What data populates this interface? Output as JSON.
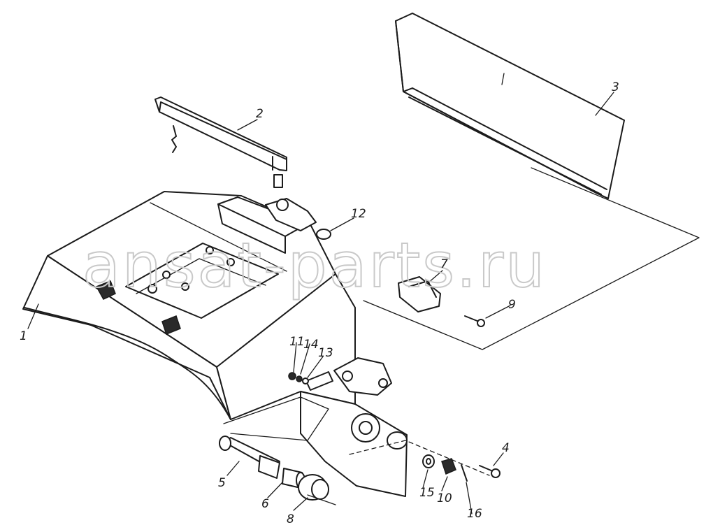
{
  "diagram": {
    "watermark": "ansat-parts.ru",
    "callouts": [
      "1",
      "2",
      "3",
      "4",
      "5",
      "6",
      "7",
      "8",
      "9",
      "10",
      "11",
      "12",
      "13",
      "14",
      "15",
      "16"
    ]
  }
}
